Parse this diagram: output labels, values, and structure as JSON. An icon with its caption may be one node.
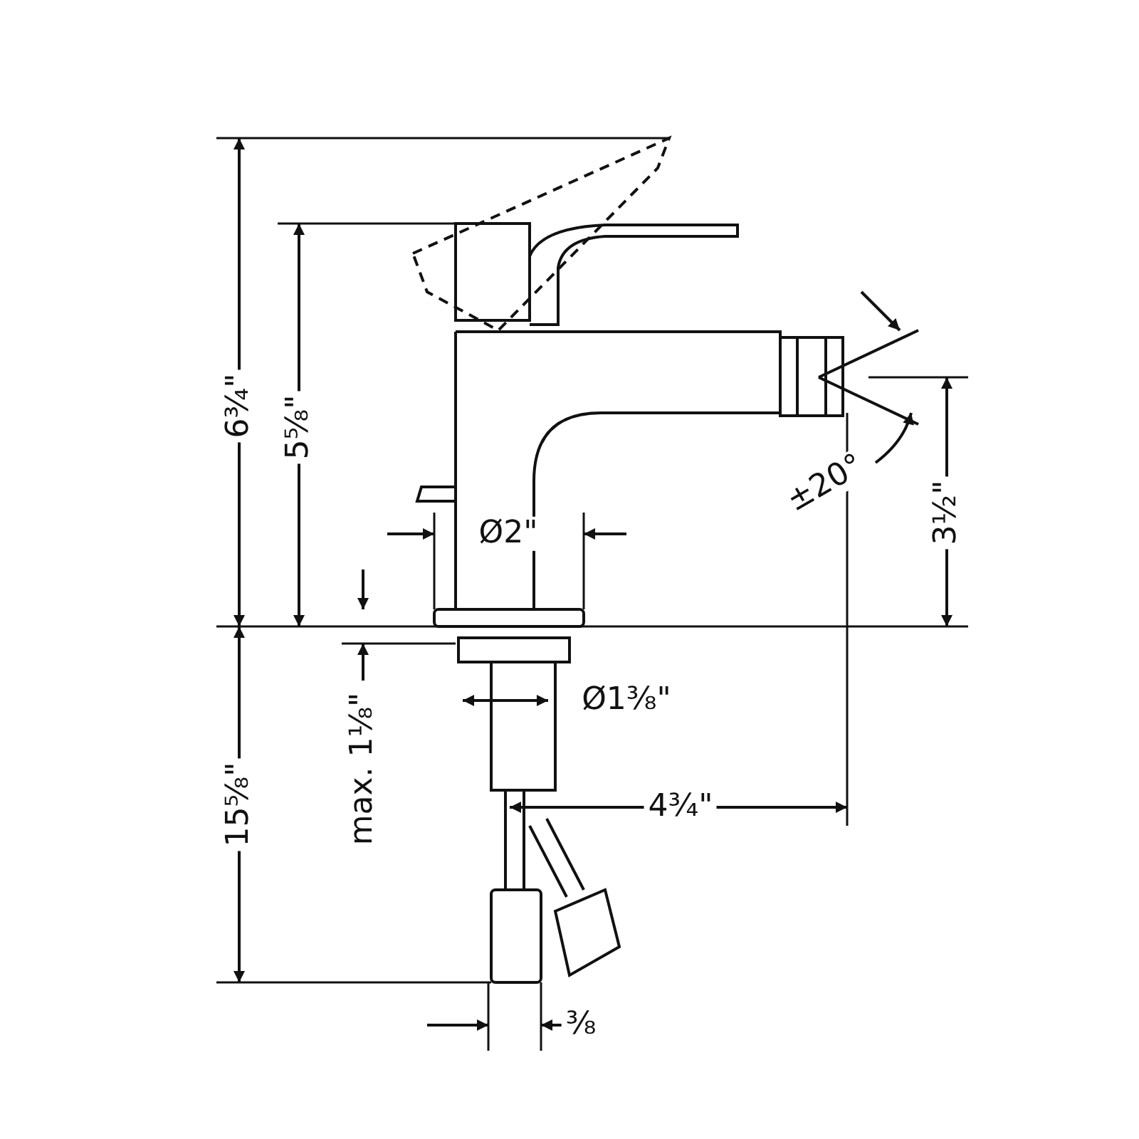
{
  "diagram": {
    "labels": [
      "6¾\"",
      "5⅝\"",
      "±20°",
      "3½\"",
      "Ø2\"",
      "Ø1⅜\"",
      "4¾\"",
      "15⅝\"",
      "max. 1⅛\"",
      "⅜"
    ]
  }
}
